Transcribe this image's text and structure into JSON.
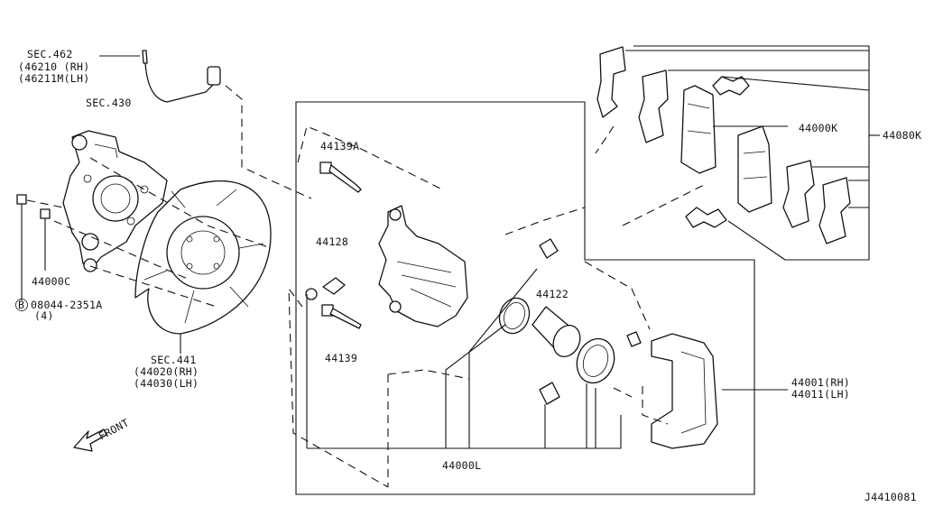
{
  "labels": {
    "sec462": "SEC.462",
    "p46210": "(46210 (RH)",
    "p46211m": "(46211M(LH)",
    "sec430": "SEC.430",
    "p44139a": "44139A",
    "p44128": "44128",
    "p44139": "44139",
    "p44000c": "44000C",
    "bolt_num": "08044-2351A",
    "bolt_qty": "(4)",
    "bolt_badge": "B",
    "sec441": "SEC.441",
    "p44020": "(44020(RH)",
    "p44030": "(44030(LH)",
    "p44122": "44122",
    "p44000l": "44000L",
    "p44000k": "44000K",
    "p44080k": "44080K",
    "p44001": "44001(RH)",
    "p44011": "44011(LH)",
    "front": "FRONT",
    "diagram_id": "J4410081"
  }
}
